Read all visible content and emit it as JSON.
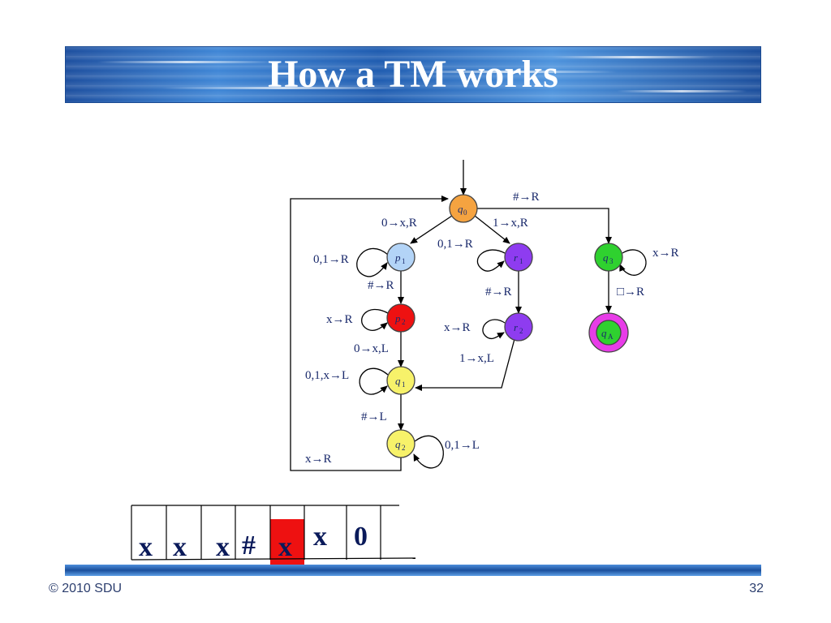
{
  "slide": {
    "title": "How a TM works",
    "footer_left": "© 2010 SDU",
    "page_number": "32"
  },
  "diagram": {
    "states": [
      {
        "id": "q0",
        "name": "q",
        "sub": "0",
        "fill": "#f5a340"
      },
      {
        "id": "p1",
        "name": "p",
        "sub": "1",
        "fill": "#b3d4f7"
      },
      {
        "id": "p2",
        "name": "p",
        "sub": "2",
        "fill": "#ee1111"
      },
      {
        "id": "r1",
        "name": "r",
        "sub": "1",
        "fill": "#8e3cf0"
      },
      {
        "id": "r2",
        "name": "r",
        "sub": "2",
        "fill": "#8e3cf0"
      },
      {
        "id": "q1",
        "name": "q",
        "sub": "1",
        "fill": "#f7f26a"
      },
      {
        "id": "q2",
        "name": "q",
        "sub": "2",
        "fill": "#f7f26a"
      },
      {
        "id": "q3",
        "name": "q",
        "sub": "3",
        "fill": "#2fd12f"
      },
      {
        "id": "qA",
        "name": "q",
        "sub": "A",
        "fill": "#2fd12f",
        "ring": "#e83ce8"
      }
    ],
    "edge_labels": {
      "q0_q3": "#→R",
      "q0_p1": "0→x,R",
      "q0_r1": "1→x,R",
      "p1_loop": "0,1→R",
      "r1_loop": "0,1→R",
      "q3_loop": "x→R",
      "p1_p2": "#→R",
      "r1_r2": "#→R",
      "q3_qA": "□→R",
      "p2_loop": "x→R",
      "r2_loop": "x→R",
      "p2_q1": "0→x,L",
      "r2_q1": "1→x,L",
      "q1_loop": "0,1,x→L",
      "q1_q2": "#→L",
      "q2_loop": "0,1→L",
      "q2_q0": "x→R"
    }
  },
  "tape": {
    "cells": [
      "x",
      "x",
      "x",
      "#",
      "x",
      "x",
      "0"
    ],
    "head_index": 4,
    "head_color": "#ee1111"
  }
}
